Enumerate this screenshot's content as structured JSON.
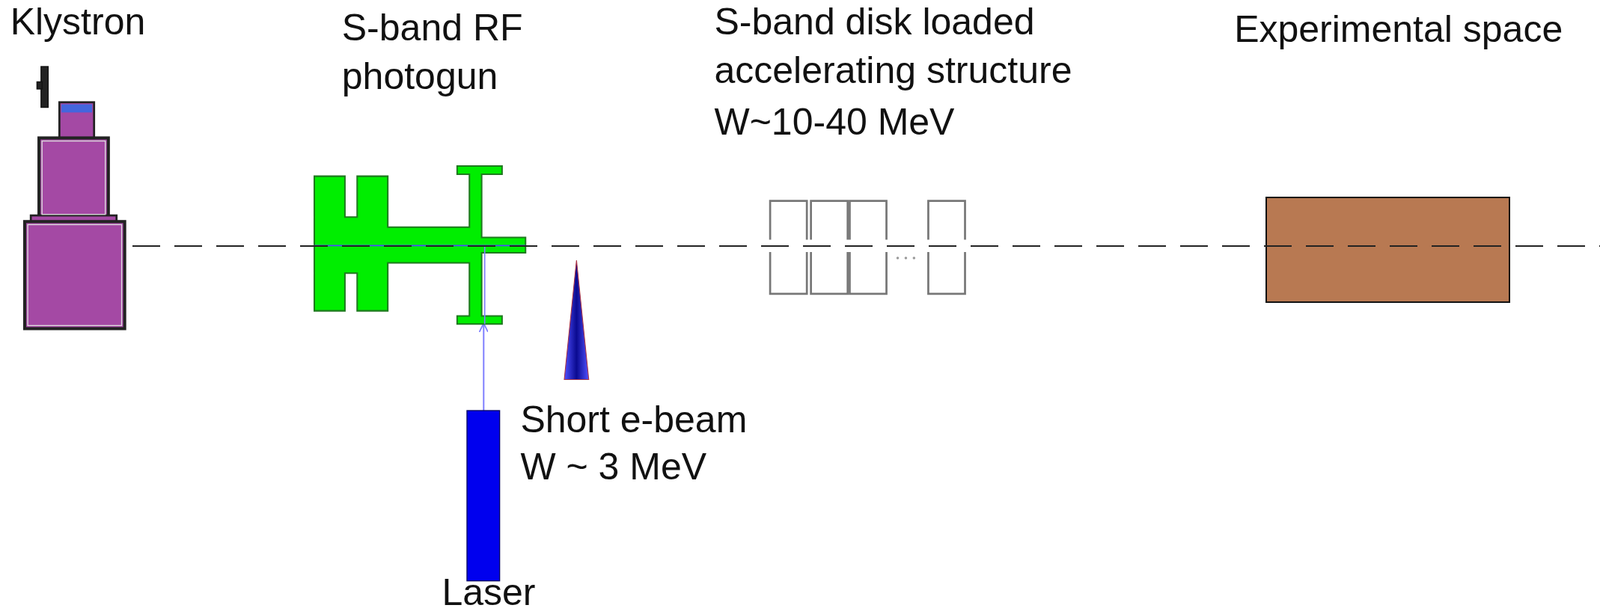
{
  "diagram": {
    "nodes": [
      {
        "text": [
          "Klystron"
        ]
      },
      {
        "text": [
          "S-band RF photogun"
        ]
      },
      {
        "text": [
          "Laser"
        ]
      },
      {
        "text": [
          "Short e-beam",
          "W ~ 3 MeV"
        ]
      },
      {
        "text": [
          "S-band disk loaded accelerating structure",
          "W~10-40 MeV"
        ]
      },
      {
        "text": [
          "Experimental space"
        ]
      }
    ],
    "edges": [
      {
        "from": 2,
        "to": 1,
        "arrow": "to"
      }
    ]
  }
}
